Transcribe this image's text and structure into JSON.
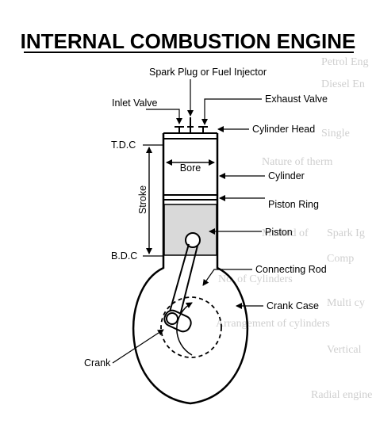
{
  "title": "INTERNAL COMBUSTION ENGINE",
  "labels": {
    "spark_plug": "Spark Plug or Fuel Injector",
    "inlet_valve": "Inlet Valve",
    "exhaust_valve": "Exhaust Valve",
    "cylinder_head": "Cylinder Head",
    "tdc": "T.D.C",
    "bore": "Bore",
    "cylinder": "Cylinder",
    "stroke": "Stroke",
    "piston_ring": "Piston Ring",
    "piston": "Piston",
    "bdc": "B.D.C",
    "connecting_rod": "Connecting Rod",
    "crank_case": "Crank Case",
    "crank": "Crank"
  },
  "colors": {
    "line": "#000000",
    "piston_fill": "#d9d9d9",
    "background": "#ffffff",
    "bleed_text": "#cfcfcf"
  },
  "bleed_text": [
    "Petrol Eng",
    "Diesel En",
    "Single",
    "Nature of therm",
    "Method of",
    "Spark Ig",
    "Comp",
    "No. of Cylinders",
    "Multi cy",
    "Arrangement of cylinders",
    "Vertical",
    "Radial engine"
  ]
}
